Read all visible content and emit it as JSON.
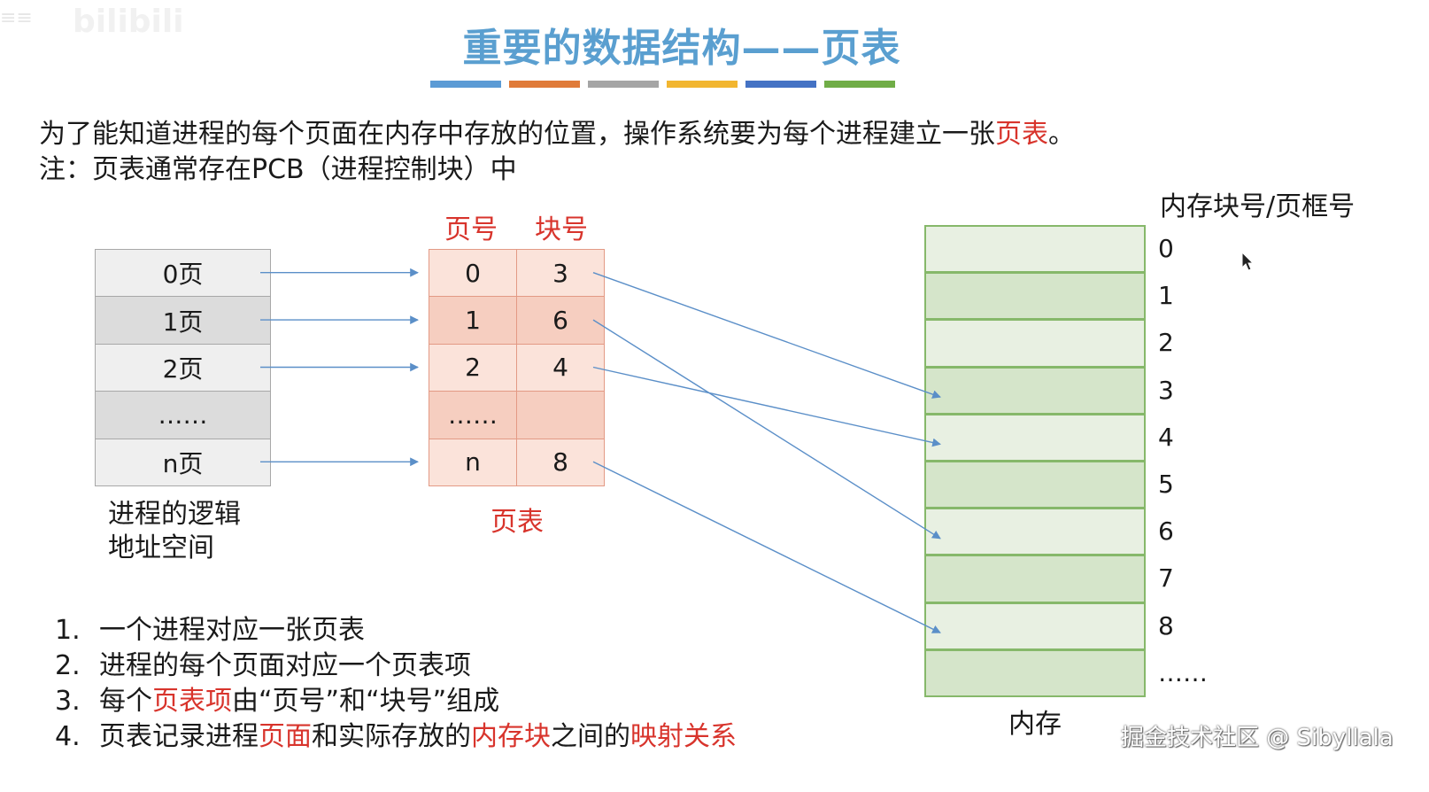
{
  "watermarks": {
    "top_left_logo": "bilibili",
    "top_left_small": "≡≡",
    "bottom_right": "掘金技术社区 @ Sibyllala"
  },
  "title": "重要的数据结构——页表",
  "title_bar_colors": [
    "#5b9bd5",
    "#e07b39",
    "#a5a5a5",
    "#f2b630",
    "#4472c4",
    "#70ad47"
  ],
  "intro": {
    "line1_prefix": "为了能知道进程的每个页面在内存中存放的位置，操作系统要为每个进程建立一张",
    "line1_highlight": "页表",
    "line1_suffix": "。",
    "line2": "注：页表通常存在PCB（进程控制块）中"
  },
  "logical_space": {
    "rows": [
      "0页",
      "1页",
      "2页",
      "……",
      "n页"
    ],
    "caption_line1": "进程的逻辑",
    "caption_line2": "地址空间",
    "row_colors": [
      "#efefef",
      "#dcdcdc",
      "#efefef",
      "#dcdcdc",
      "#efefef"
    ]
  },
  "page_table": {
    "header_page": "页号",
    "header_block": "块号",
    "rows": [
      {
        "page": "0",
        "block": "3"
      },
      {
        "page": "1",
        "block": "6"
      },
      {
        "page": "2",
        "block": "4"
      },
      {
        "page": "……",
        "block": ""
      },
      {
        "page": "n",
        "block": "8"
      }
    ],
    "caption": "页表",
    "row_colors": [
      "#fbe3da",
      "#f6cec0",
      "#fbe3da",
      "#f6cec0",
      "#fbe3da"
    ]
  },
  "memory": {
    "header": "内存块号/页框号",
    "block_numbers": [
      "0",
      "1",
      "2",
      "3",
      "4",
      "5",
      "6",
      "7",
      "8",
      "……"
    ],
    "caption": "内存",
    "row_colors": [
      "#e8f0e2",
      "#d5e5ca"
    ]
  },
  "mappings": [
    {
      "page": "0",
      "block": "3"
    },
    {
      "page": "1",
      "block": "6"
    },
    {
      "page": "2",
      "block": "4"
    },
    {
      "page": "n",
      "block": "8"
    }
  ],
  "arrow_color": "#5b8fc8",
  "list": [
    {
      "num": "1.",
      "parts": [
        {
          "text": "一个进程对应一张页表",
          "hl": false
        }
      ]
    },
    {
      "num": "2.",
      "parts": [
        {
          "text": "进程的每个页面对应一个页表项",
          "hl": false
        }
      ]
    },
    {
      "num": "3.",
      "parts": [
        {
          "text": "每个",
          "hl": false
        },
        {
          "text": "页表项",
          "hl": true
        },
        {
          "text": "由“页号”和“块号”组成",
          "hl": false
        }
      ]
    },
    {
      "num": "4.",
      "parts": [
        {
          "text": "页表记录进程",
          "hl": false
        },
        {
          "text": "页面",
          "hl": true
        },
        {
          "text": "和实际存放的",
          "hl": false
        },
        {
          "text": "内存块",
          "hl": true
        },
        {
          "text": "之间的",
          "hl": false
        },
        {
          "text": "映射关系",
          "hl": true
        }
      ]
    }
  ]
}
